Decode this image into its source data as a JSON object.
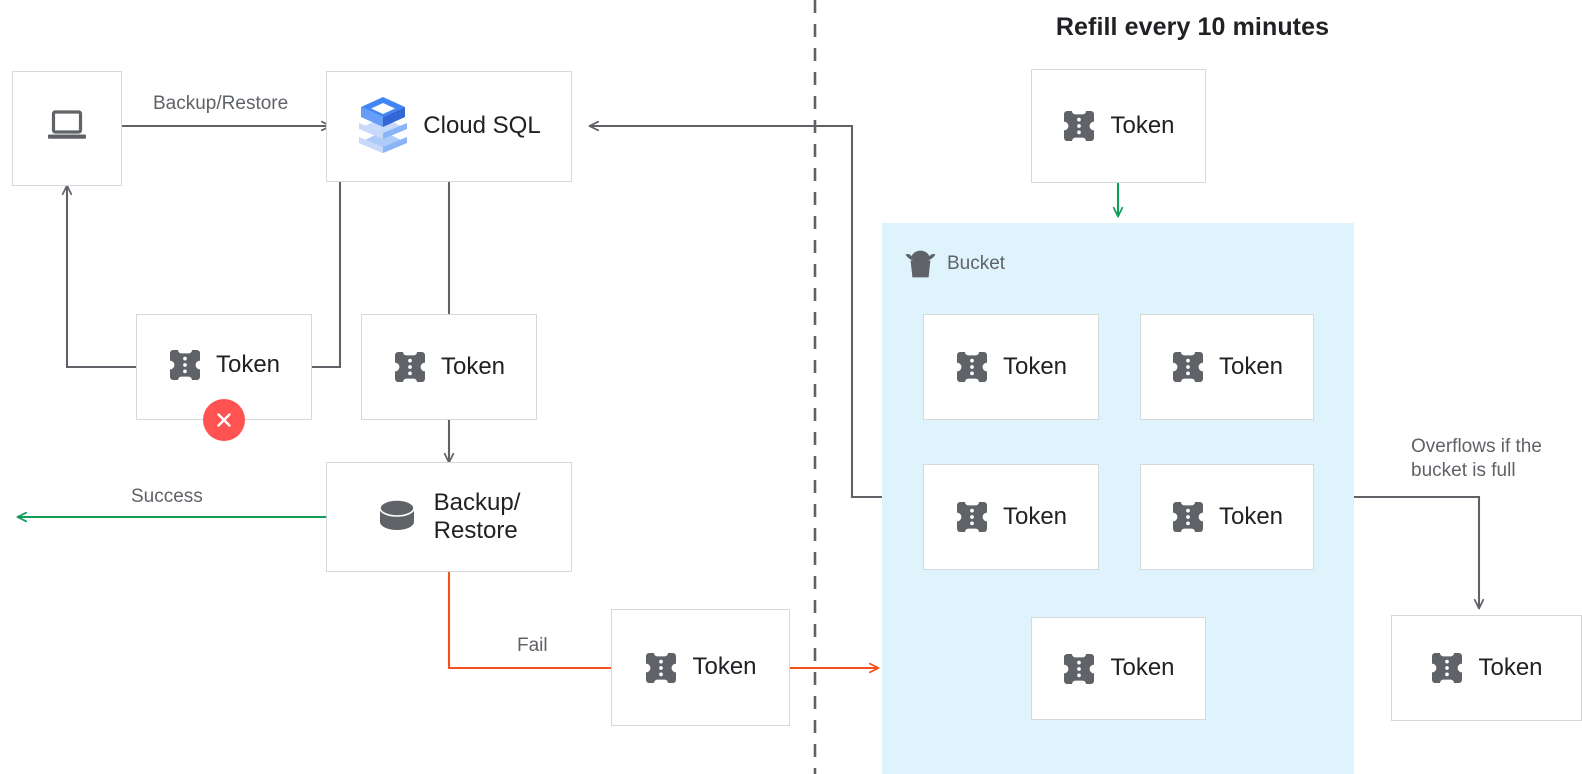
{
  "diagram": {
    "title_right": "Refill every 10 minutes",
    "colors": {
      "background": "#ffffff",
      "bucket_fill": "#dff3fd",
      "box_border": "#d6d9dc",
      "connector": "#5f6368",
      "success_green": "#0f9d58",
      "fail_red": "#f4511e",
      "error_badge": "#ff5252",
      "label_text": "#5f6368",
      "node_text": "#202124",
      "token_icon": "#5f6368",
      "cloudsql_blue": "#4285f4"
    },
    "icons": {
      "token": "token-icon",
      "bucket": "bucket-icon",
      "laptop": "laptop-icon",
      "cloud_sql": "cloud-sql-icon",
      "database": "database-icon",
      "error": "error-x-icon"
    },
    "left_side": {
      "client_node": {
        "label": "",
        "icon": "laptop-icon"
      },
      "cloud_sql_node": {
        "label": "Cloud SQL",
        "icon": "cloud-sql-icon"
      },
      "rejected_token_node": {
        "label": "Token",
        "icon": "token-icon",
        "badge": "error-x-icon"
      },
      "accepted_token_node": {
        "label": "Token",
        "icon": "token-icon"
      },
      "backup_restore_node": {
        "label": "Backup/\nRestore",
        "icon": "database-icon"
      },
      "fail_token_node": {
        "label": "Token",
        "icon": "token-icon"
      }
    },
    "right_side": {
      "refill_token_node": {
        "label": "Token",
        "icon": "token-icon"
      },
      "bucket": {
        "label": "Bucket",
        "icon": "bucket-icon",
        "tokens": [
          {
            "label": "Token",
            "icon": "token-icon"
          },
          {
            "label": "Token",
            "icon": "token-icon"
          },
          {
            "label": "Token",
            "icon": "token-icon"
          },
          {
            "label": "Token",
            "icon": "token-icon"
          },
          {
            "label": "Token",
            "icon": "token-icon"
          }
        ]
      },
      "overflow_token_node": {
        "label": "Token",
        "icon": "token-icon"
      }
    },
    "edge_labels": {
      "backup_restore": "Backup/Restore",
      "success": "Success",
      "fail": "Fail",
      "overflow": "Overflows if the\nbucket is full"
    }
  }
}
